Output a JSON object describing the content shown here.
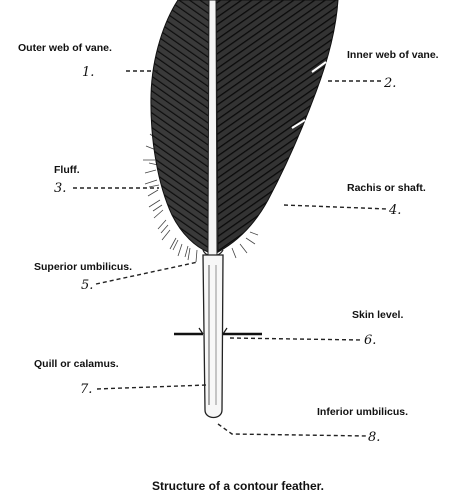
{
  "caption": "Structure of a contour feather.",
  "labels": [
    {
      "number": "1.",
      "text": "Outer web of vane."
    },
    {
      "number": "2.",
      "text": "Inner web of vane."
    },
    {
      "number": "3.",
      "text": "Fluff."
    },
    {
      "number": "4.",
      "text": "Rachis or shaft."
    },
    {
      "number": "5.",
      "text": "Superior umbilicus."
    },
    {
      "number": "6.",
      "text": "Skin level."
    },
    {
      "number": "7.",
      "text": "Quill or calamus."
    },
    {
      "number": "8.",
      "text": "Inferior umbilicus."
    }
  ]
}
